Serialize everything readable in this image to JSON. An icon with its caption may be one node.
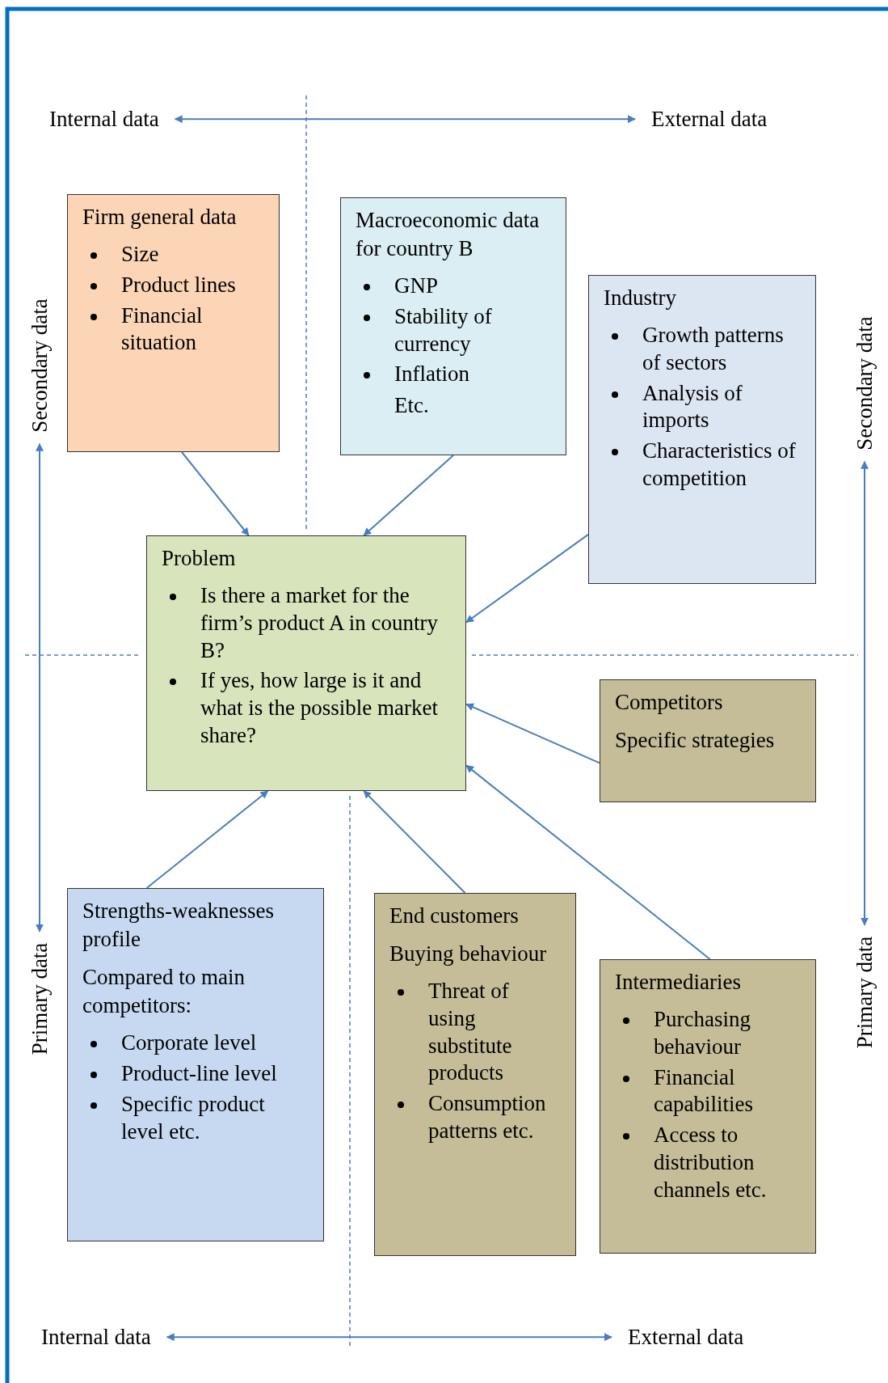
{
  "diagram": {
    "nodes": [
      {
        "text": [
          "Firm general data",
          "Size",
          "Product lines",
          "Financial situation"
        ]
      },
      {
        "text": [
          "Macroeconomic data for country B",
          "GNP",
          "Stability of currency",
          "Inflation",
          "Etc."
        ]
      },
      {
        "text": [
          "Industry",
          "Growth patterns of sectors",
          "Analysis of imports",
          "Characteristics of competition"
        ]
      },
      {
        "text": [
          "Problem",
          "Is there a market for the firm’s product A in country B?",
          "If yes, how large is it and what is the possible market share?"
        ]
      },
      {
        "text": [
          "Competitors",
          "Specific strategies"
        ]
      },
      {
        "text": [
          "Strengths-weaknesses profile",
          "Compared to main competitors:",
          "Corporate level",
          "Product-line level",
          "Specific product level etc."
        ]
      },
      {
        "text": [
          "End customers",
          "Buying behaviour",
          "Threat of using substitute products",
          "Consumption patterns etc."
        ]
      },
      {
        "text": [
          "Intermediaries",
          "Purchasing behaviour",
          "Financial capabilities",
          "Access to distribution channels etc."
        ]
      },
      {
        "text": [
          "Internal data"
        ]
      },
      {
        "text": [
          "External data"
        ]
      },
      {
        "text": [
          "Secondary data"
        ]
      },
      {
        "text": [
          "Secondary data"
        ]
      },
      {
        "text": [
          "Primary data"
        ]
      },
      {
        "text": [
          "Primary data"
        ]
      },
      {
        "text": [
          "Internal data"
        ]
      },
      {
        "text": [
          "External data"
        ]
      }
    ],
    "edges": [
      {
        "from": 0,
        "to": 3,
        "arrow": "to"
      },
      {
        "from": 1,
        "to": 3,
        "arrow": "to"
      },
      {
        "from": 2,
        "to": 3,
        "arrow": "to"
      },
      {
        "from": 4,
        "to": 3,
        "arrow": "to"
      },
      {
        "from": 5,
        "to": 3,
        "arrow": "to"
      },
      {
        "from": 6,
        "to": 3,
        "arrow": "to"
      },
      {
        "from": 7,
        "to": 3,
        "arrow": "to"
      },
      {
        "from": 8,
        "to": 9,
        "arrow": "both"
      },
      {
        "from": 10,
        "to": 12,
        "arrow": "both"
      },
      {
        "from": 11,
        "to": 13,
        "arrow": "both"
      },
      {
        "from": 14,
        "to": 15,
        "arrow": "both"
      }
    ]
  }
}
